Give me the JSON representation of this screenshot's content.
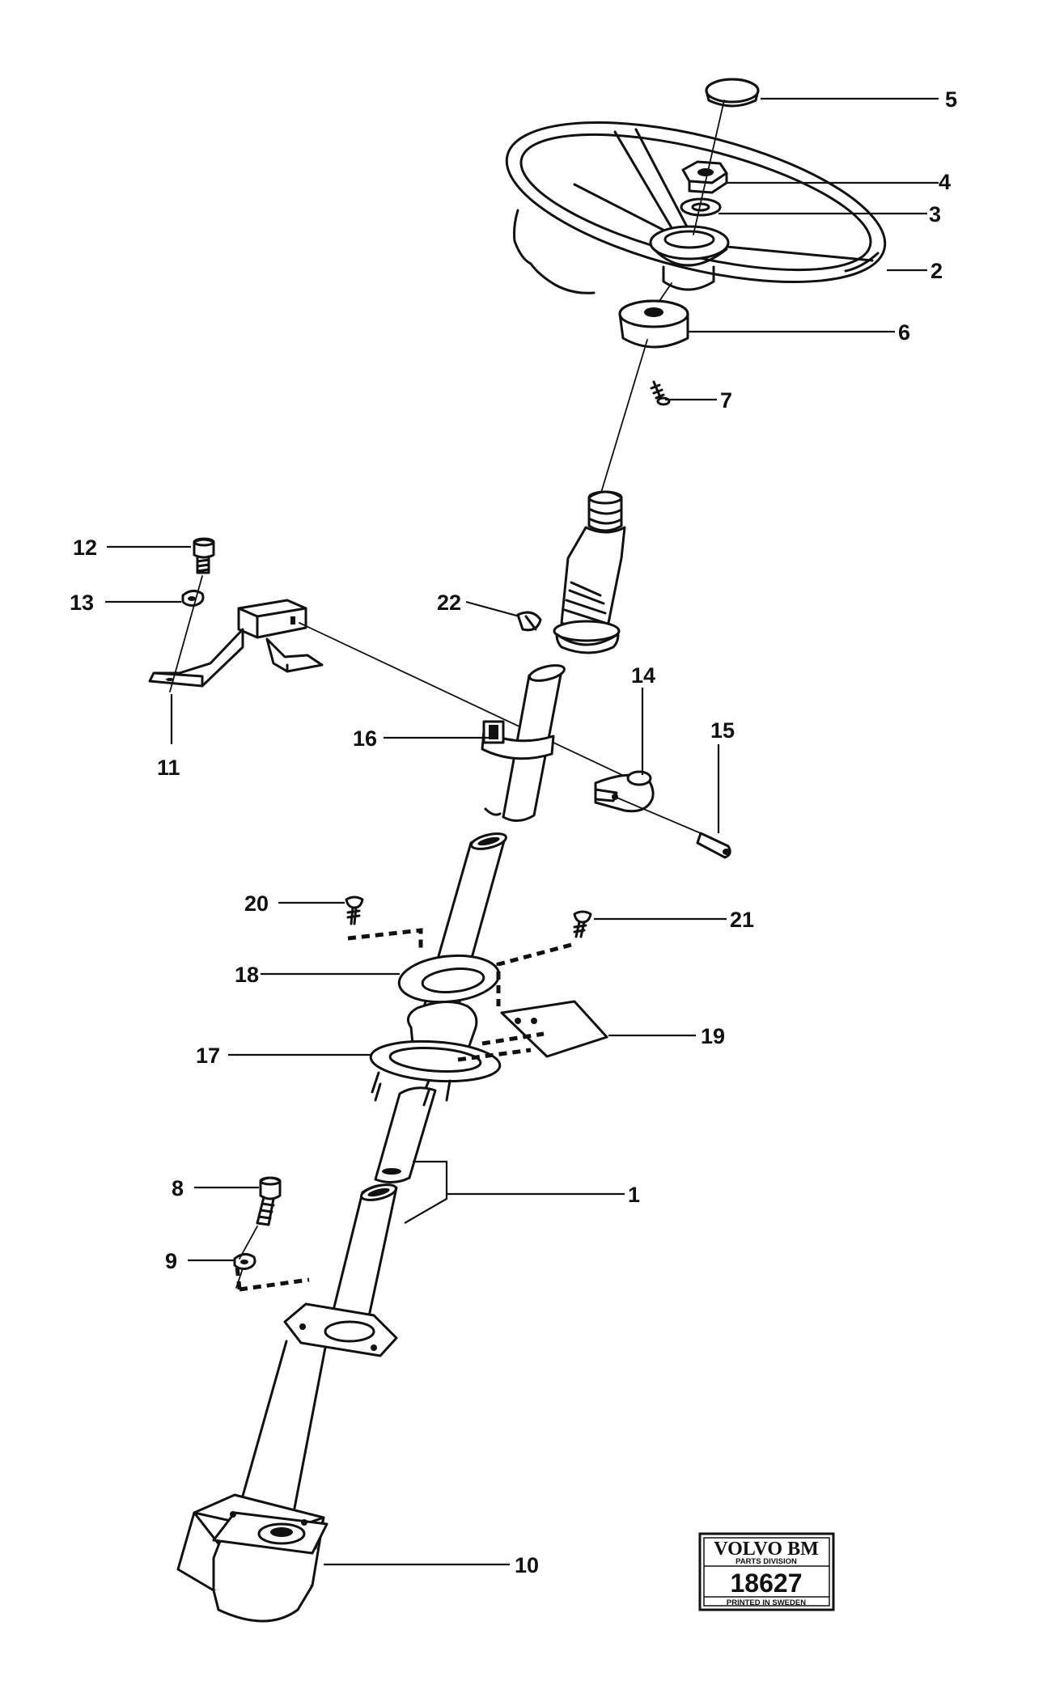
{
  "diagram": {
    "callouts": [
      "1",
      "2",
      "3",
      "4",
      "5",
      "6",
      "7",
      "8",
      "9",
      "10",
      "11",
      "12",
      "13",
      "14",
      "15",
      "16",
      "17",
      "18",
      "19",
      "20",
      "21",
      "22"
    ]
  },
  "stamp": {
    "brand": "VOLVO BM",
    "division": "PARTS DIVISION",
    "number": "18627",
    "printed": "PRINTED IN SWEDEN"
  }
}
